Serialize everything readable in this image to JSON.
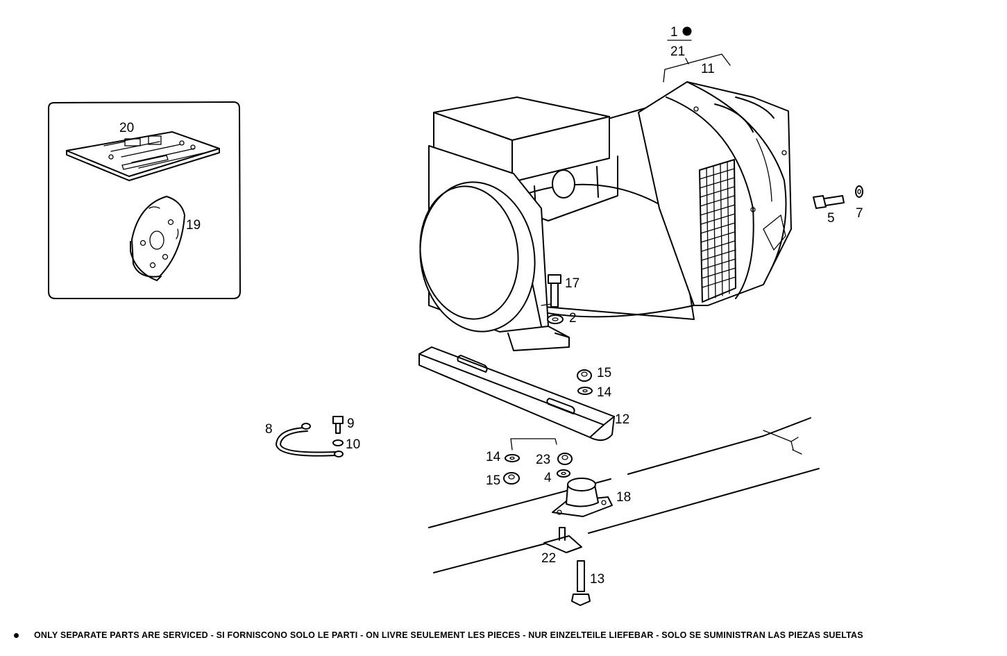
{
  "callouts": {
    "c1": "1",
    "c2": "2",
    "c4": "4",
    "c5": "5",
    "c7": "7",
    "c8": "8",
    "c9": "9",
    "c10": "10",
    "c11": "11",
    "c12": "12",
    "c13": "13",
    "c14a": "14",
    "c14b": "14",
    "c15a": "15",
    "c15b": "15",
    "c17": "17",
    "c18": "18",
    "c19": "19",
    "c20": "20",
    "c21": "21",
    "c22": "22",
    "c23": "23"
  },
  "footer": {
    "note": "ONLY SEPARATE PARTS ARE SERVICED - SI FORNISCONO SOLO LE PARTI - ON LIVRE SEULEMENT LES PIECES - NUR EINZELTEILE LIEFEBAR - SOLO SE SUMINISTRAN LAS PIEZAS SUELTAS"
  }
}
